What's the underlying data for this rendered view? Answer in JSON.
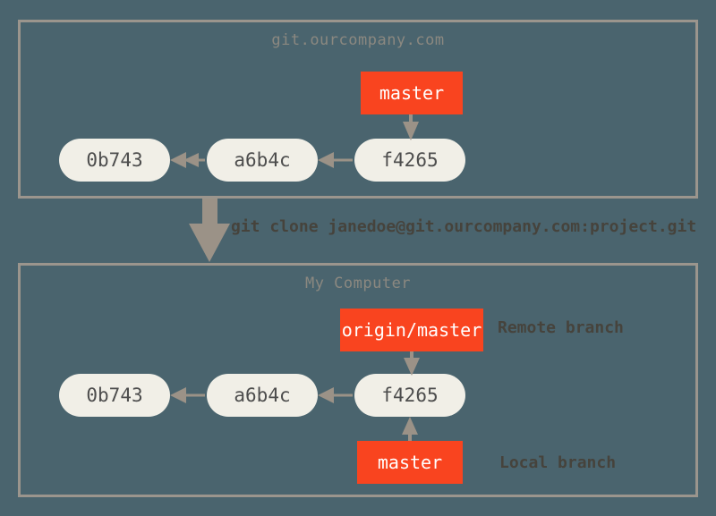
{
  "diagram": {
    "title": "git clone from remote server",
    "background_color": "#4a646e",
    "panel_border_color": "#9b958d",
    "commit_fill_color": "#f1efe7",
    "commit_text_color": "#4d4d4d",
    "branch_box_color": "#f9441f",
    "branch_text_color": "#ffffff",
    "arrow_color": "#9b9287",
    "label_text_color": "#46433c",
    "panel_title_color": "#8b8880"
  },
  "panels": [
    {
      "id": "remote",
      "title": "git.ourcompany.com",
      "commits": [
        {
          "id": "0b743",
          "label": "0b743"
        },
        {
          "id": "a6b4c",
          "label": "a6b4c"
        },
        {
          "id": "f4265",
          "label": "f4265"
        }
      ],
      "branches": [
        {
          "id": "master",
          "label": "master",
          "points_to": "f4265",
          "direction": "down",
          "annotation": ""
        }
      ]
    },
    {
      "id": "local",
      "title": "My Computer",
      "commits": [
        {
          "id": "0b743",
          "label": "0b743"
        },
        {
          "id": "a6b4c",
          "label": "a6b4c"
        },
        {
          "id": "f4265",
          "label": "f4265"
        }
      ],
      "branches": [
        {
          "id": "origin-master",
          "label": "origin/master",
          "points_to": "f4265",
          "direction": "down",
          "annotation": "Remote branch"
        },
        {
          "id": "master",
          "label": "master",
          "points_to": "f4265",
          "direction": "up",
          "annotation": "Local branch"
        }
      ]
    }
  ],
  "transition": {
    "command": "git clone janedoe@git.ourcompany.com:project.git",
    "arrow_direction": "down",
    "from_panel": "remote",
    "to_panel": "local"
  }
}
